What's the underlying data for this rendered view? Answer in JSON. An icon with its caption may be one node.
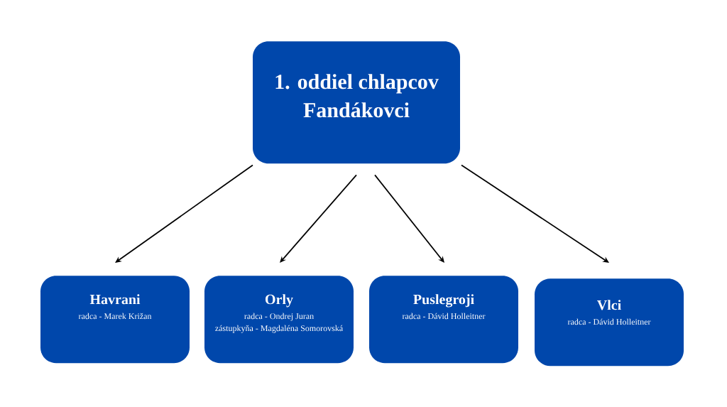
{
  "diagram": {
    "nodes": [
      {
        "text": [
          "1. oddiel chlapcov Fandákovci"
        ]
      },
      {
        "text": [
          "Havrani",
          "radca - Marek Križan"
        ]
      },
      {
        "text": [
          "Orly",
          "radca - Ondrej Juran",
          "zástupkyňa - Magdaléna Somorovská"
        ]
      },
      {
        "text": [
          "Puslegroji",
          "radca - Dávid Holleitner"
        ]
      },
      {
        "text": [
          "Vlci",
          "radca - Dávid Holleitner"
        ]
      }
    ],
    "edges": [
      {
        "from": 0,
        "to": 1,
        "arrow": "to"
      },
      {
        "from": 0,
        "to": 2,
        "arrow": "to"
      },
      {
        "from": 0,
        "to": 3,
        "arrow": "to"
      },
      {
        "from": 0,
        "to": 4,
        "arrow": "to"
      }
    ]
  }
}
